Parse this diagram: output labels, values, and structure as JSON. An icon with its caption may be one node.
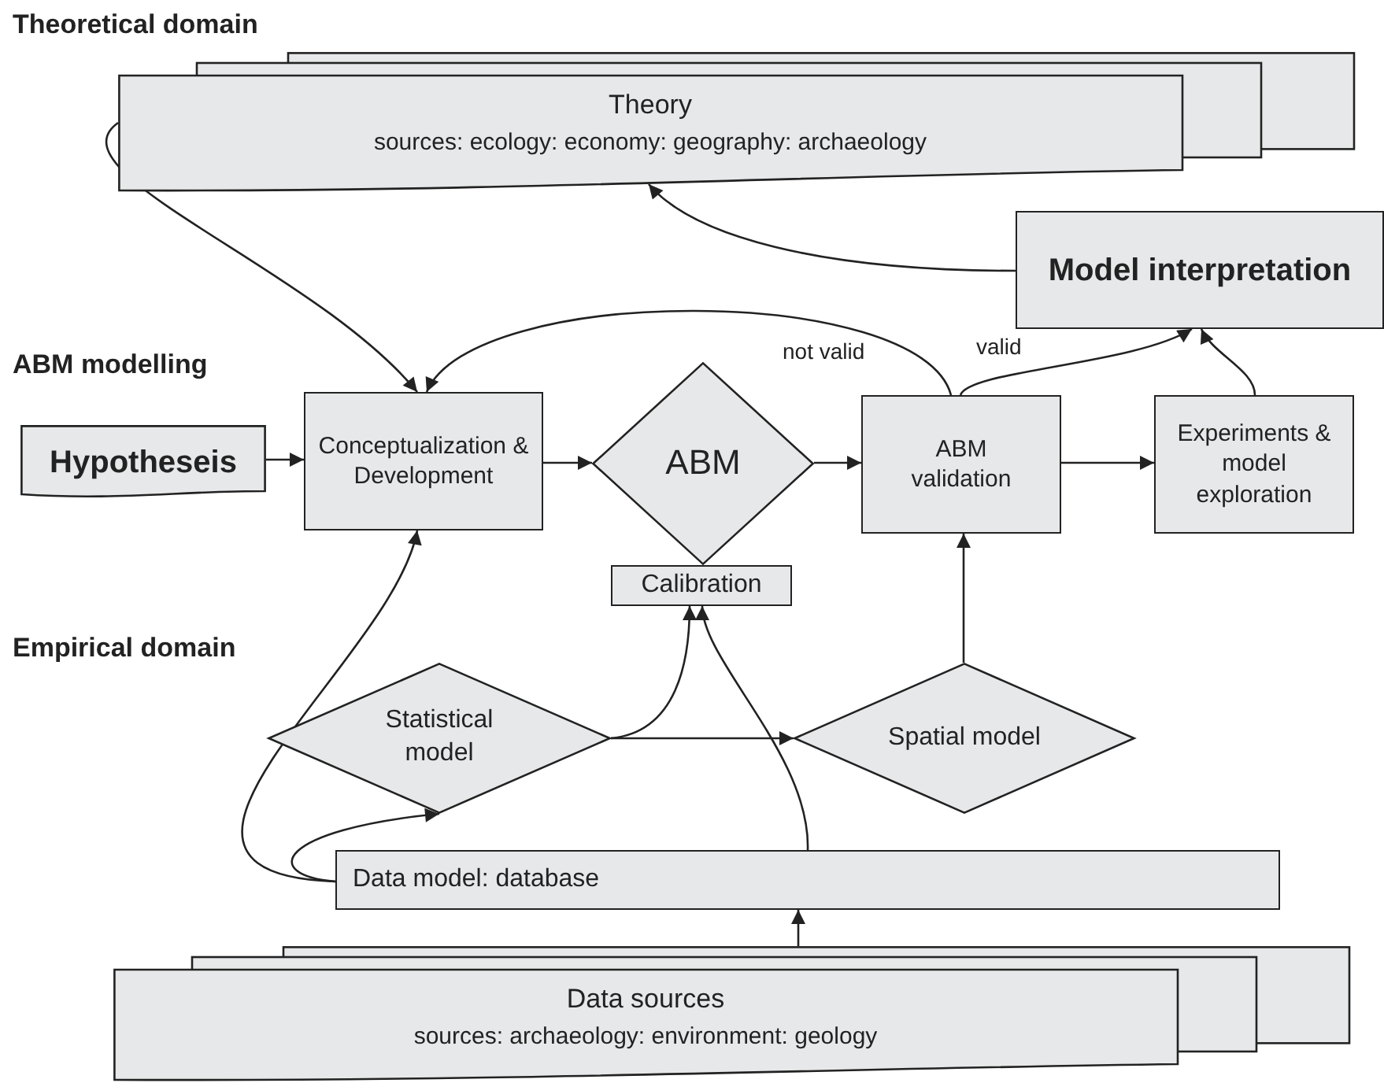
{
  "diagram": {
    "nodes": [
      {
        "text": [
          "Theory",
          "sources: ecology: economy: geography: archaeology"
        ]
      },
      {
        "text": [
          "Model interpretation"
        ]
      },
      {
        "text": [
          "Hypotheseis"
        ]
      },
      {
        "text": [
          "Conceptualization & Development"
        ]
      },
      {
        "text": [
          "ABM"
        ]
      },
      {
        "text": [
          "ABM validation"
        ]
      },
      {
        "text": [
          "Experiments & model exploration"
        ]
      },
      {
        "text": [
          "Calibration"
        ]
      },
      {
        "text": [
          "Statistical model"
        ]
      },
      {
        "text": [
          "Spatial model"
        ]
      },
      {
        "text": [
          "Data model: database"
        ]
      },
      {
        "text": [
          "Data sources",
          "sources: archaeology: environment: geology"
        ]
      }
    ],
    "edges": [
      {
        "from": 0,
        "to": 3,
        "arrow": "to"
      },
      {
        "from": 5,
        "to": 3,
        "arrow": "to",
        "label": "not valid"
      },
      {
        "from": 5,
        "to": 1,
        "arrow": "to",
        "label": "valid"
      },
      {
        "from": 6,
        "to": 1,
        "arrow": "to"
      },
      {
        "from": 1,
        "to": 0,
        "arrow": "to"
      },
      {
        "from": 2,
        "to": 3,
        "arrow": "to"
      },
      {
        "from": 3,
        "to": 4,
        "arrow": "to"
      },
      {
        "from": 4,
        "to": 5,
        "arrow": "to"
      },
      {
        "from": 5,
        "to": 6,
        "arrow": "to"
      },
      {
        "from": 8,
        "to": 7,
        "arrow": "to"
      },
      {
        "from": 8,
        "to": 9,
        "arrow": "to"
      },
      {
        "from": 10,
        "to": 7,
        "arrow": "to"
      },
      {
        "from": 9,
        "to": 5,
        "arrow": "to"
      },
      {
        "from": 10,
        "to": 3,
        "arrow": "to"
      },
      {
        "from": 10,
        "to": 8,
        "arrow": "to"
      },
      {
        "from": 11,
        "to": 10,
        "arrow": "to"
      }
    ],
    "labels": [
      "Theoretical domain",
      "ABM modelling",
      "Empirical domain"
    ]
  }
}
